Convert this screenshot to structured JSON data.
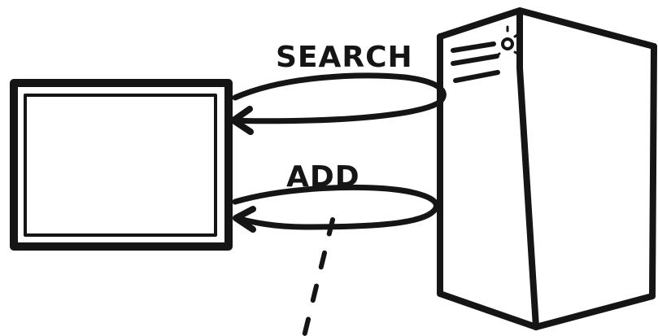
{
  "labels": {
    "top_arrow": "SEARCH",
    "bottom_arrow": "ADD"
  },
  "nodes": [
    {
      "id": "client",
      "kind": "monitor",
      "icon": "monitor-icon"
    },
    {
      "id": "server",
      "kind": "server-tower",
      "icon": "server-tower-icon"
    }
  ],
  "edges": [
    {
      "label_key": "top_arrow",
      "from": "server",
      "to": "client",
      "style": "loop-arrow"
    },
    {
      "label_key": "bottom_arrow",
      "from": "server",
      "to": "client",
      "style": "loop-arrow"
    },
    {
      "from": "bottom_arrow",
      "to": "offscreen",
      "style": "dashed"
    }
  ],
  "colors": {
    "ink": "#151515",
    "background": "#ffffff"
  }
}
